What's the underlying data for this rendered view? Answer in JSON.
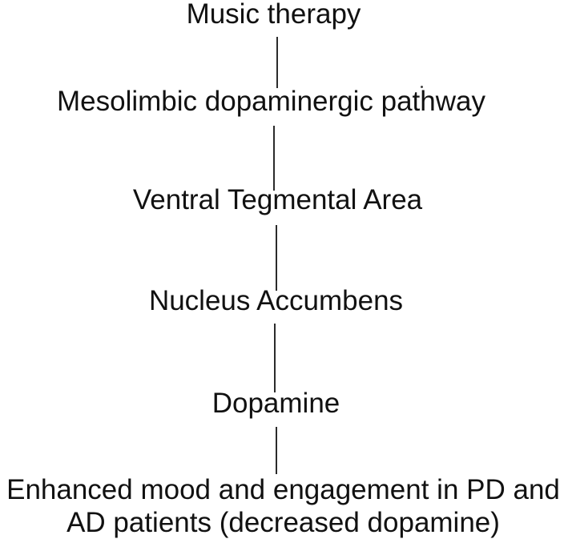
{
  "diagram": {
    "type": "flowchart-vertical",
    "flow_nodes": [
      {
        "label": "Music therapy"
      },
      {
        "label": "Mesolimbic dopaminergic pathway"
      },
      {
        "label": "Ventral Tegmental Area"
      },
      {
        "label": "Nucleus Accumbens"
      },
      {
        "label": "Dopamine"
      },
      {
        "line1": "Enhanced mood and engagement in PD and",
        "line2": "AD patients (decreased dopamine)"
      }
    ],
    "connectors": [
      {
        "from": 0,
        "to": 1
      },
      {
        "from": 1,
        "to": 2
      },
      {
        "from": 2,
        "to": 3
      },
      {
        "from": 3,
        "to": 4
      },
      {
        "from": 4,
        "to": 5
      }
    ],
    "colors": {
      "background": "#ffffff",
      "text": "#111111",
      "connector": "#2b2b2b"
    }
  }
}
